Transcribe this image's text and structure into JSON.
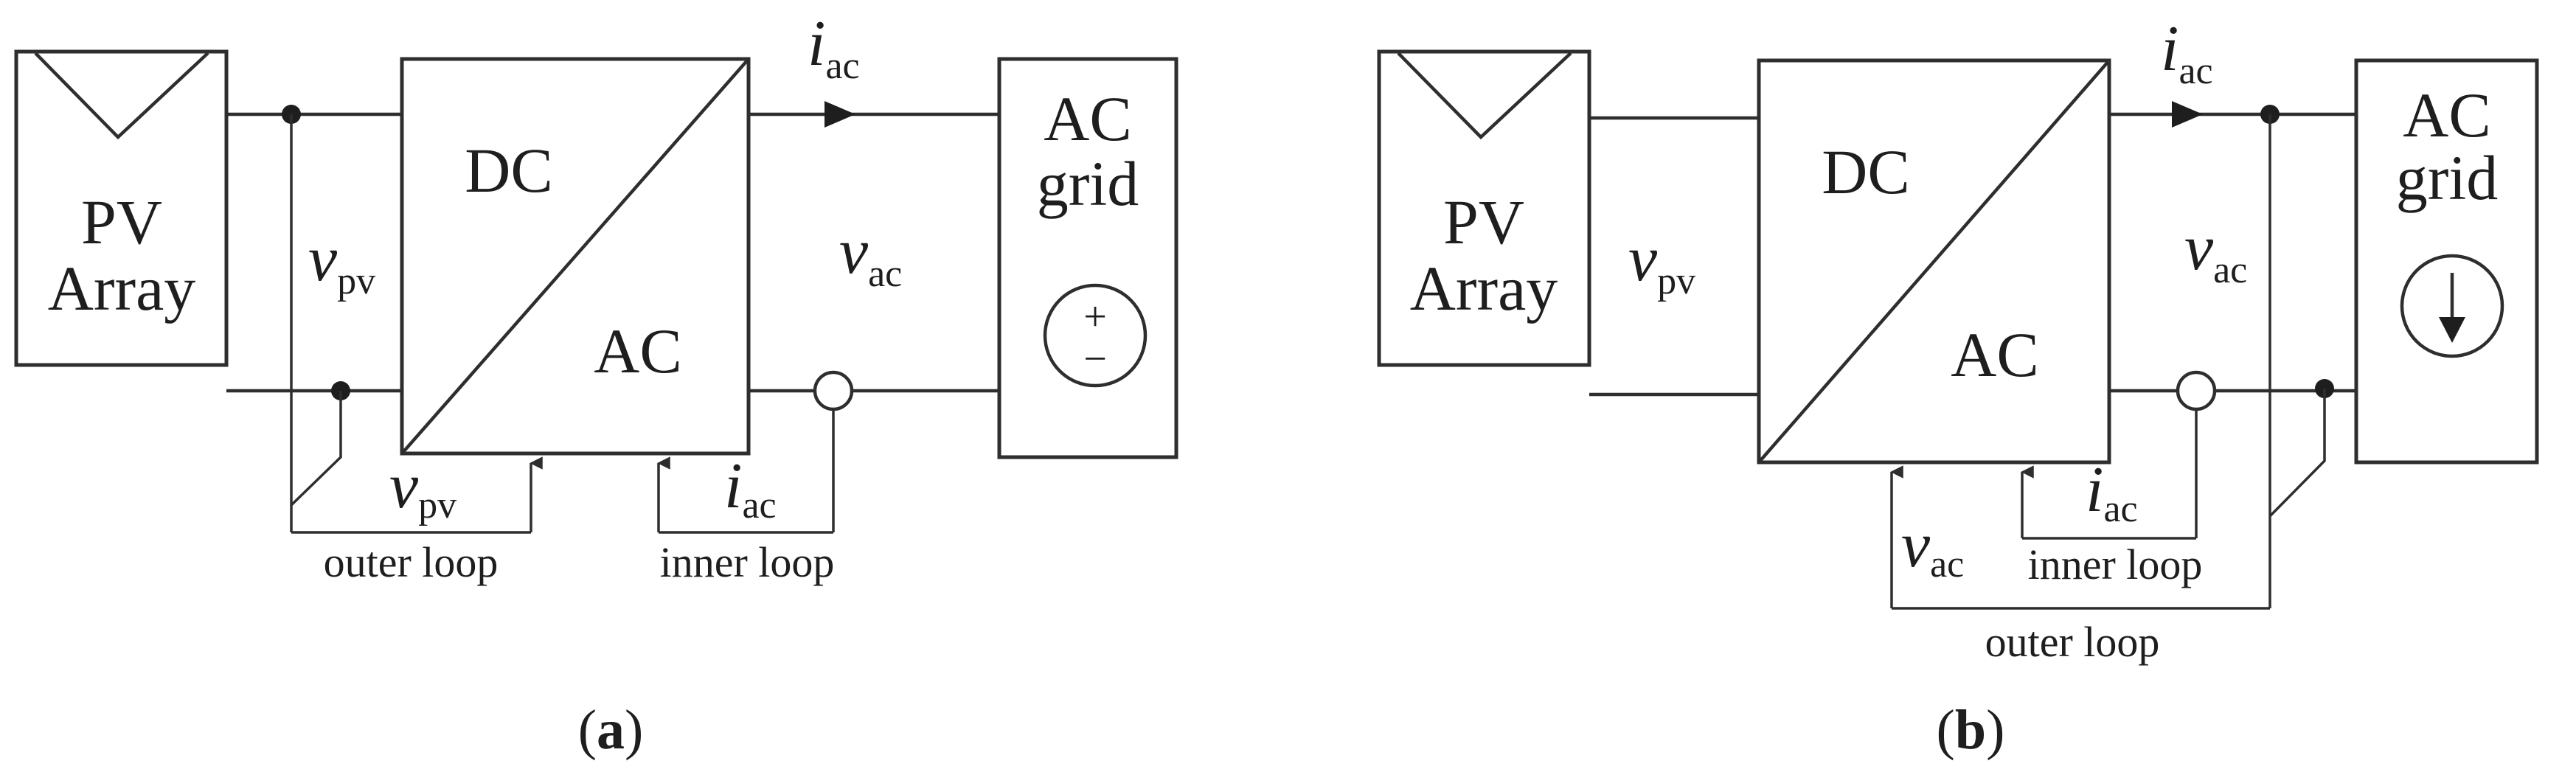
{
  "panels": [
    {
      "id": "a",
      "pv_block": [
        "PV",
        "Array"
      ],
      "converter_top": "DC",
      "converter_bottom": "AC",
      "grid_block": [
        "AC",
        "grid"
      ],
      "grid_source_symbol": [
        "+",
        "−"
      ],
      "grid_icon": "voltage-source-icon",
      "vpv": {
        "var": "v",
        "sub": "pv"
      },
      "iac": {
        "var": "i",
        "sub": "ac"
      },
      "vac": {
        "var": "v",
        "sub": "ac"
      },
      "feedback_outer": {
        "var": "v",
        "sub": "pv"
      },
      "feedback_inner": {
        "var": "i",
        "sub": "ac"
      },
      "outer_loop": "outer loop",
      "inner_loop": "inner loop",
      "caption": {
        "open": "(",
        "letter": "a",
        "close": ")"
      }
    },
    {
      "id": "b",
      "pv_block": [
        "PV",
        "Array"
      ],
      "converter_top": "DC",
      "converter_bottom": "AC",
      "grid_block": [
        "AC",
        "grid"
      ],
      "grid_icon": "current-source-icon",
      "vpv": {
        "var": "v",
        "sub": "pv"
      },
      "iac": {
        "var": "i",
        "sub": "ac"
      },
      "vac": {
        "var": "v",
        "sub": "ac"
      },
      "feedback_outer": {
        "var": "v",
        "sub": "ac"
      },
      "feedback_inner": {
        "var": "i",
        "sub": "ac"
      },
      "outer_loop": "outer loop",
      "inner_loop": "inner loop",
      "caption": {
        "open": "(",
        "letter": "b",
        "close": ")"
      }
    }
  ]
}
